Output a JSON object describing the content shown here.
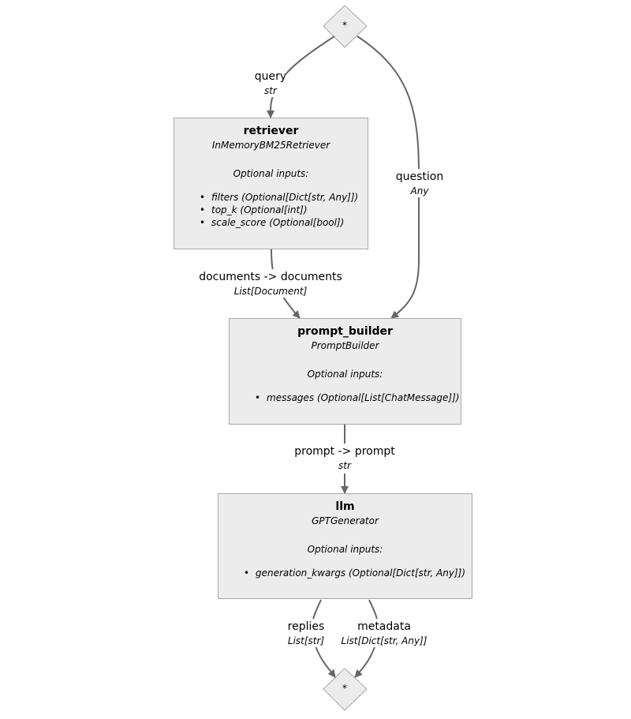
{
  "graph": {
    "input_node": {
      "label": "*"
    },
    "output_node": {
      "label": "*"
    },
    "nodes": [
      {
        "name": "retriever",
        "type": "InMemoryBM25Retriever",
        "optional_label": "Optional inputs:",
        "inputs": [
          "filters (Optional[Dict[str, Any]])",
          "top_k (Optional[int])",
          "scale_score (Optional[bool])"
        ]
      },
      {
        "name": "prompt_builder",
        "type": "PromptBuilder",
        "optional_label": "Optional inputs:",
        "inputs": [
          "messages (Optional[List[ChatMessage]])"
        ]
      },
      {
        "name": "llm",
        "type": "GPTGenerator",
        "optional_label": "Optional inputs:",
        "inputs": [
          "generation_kwargs (Optional[Dict[str, Any]])"
        ]
      }
    ],
    "edges": [
      {
        "name": "query",
        "type": "str"
      },
      {
        "name": "question",
        "type": "Any"
      },
      {
        "name": "documents -> documents",
        "type": "List[Document]"
      },
      {
        "name": "prompt -> prompt",
        "type": "str"
      },
      {
        "name": "replies",
        "type": "List[str]"
      },
      {
        "name": "metadata",
        "type": "List[Dict[str, Any]]"
      }
    ],
    "colors": {
      "node_fill": "#ececec",
      "node_border": "#a9a9a9",
      "edge": "#666666"
    }
  }
}
